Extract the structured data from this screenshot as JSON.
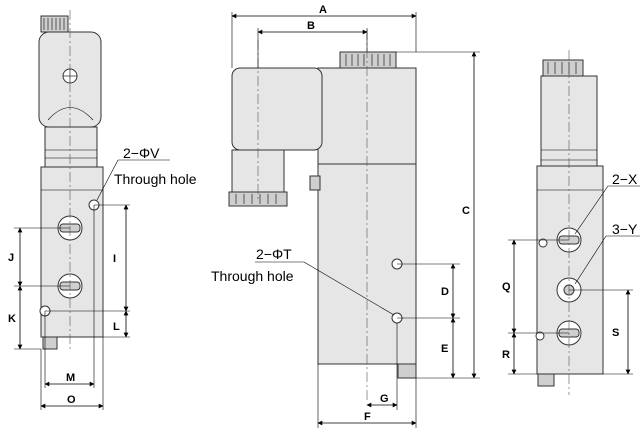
{
  "dimensions": {
    "A": "A",
    "B": "B",
    "C": "C",
    "D": "D",
    "E": "E",
    "F": "F",
    "G": "G",
    "I": "I",
    "J": "J",
    "K": "K",
    "L": "L",
    "M": "M",
    "O": "O",
    "Q": "Q",
    "R": "R",
    "S": "S"
  },
  "callouts": {
    "left_hole": "2−ΦV",
    "left_hole_note": "Through hole",
    "front_hole": "2−ΦT",
    "front_hole_note": "Through hole",
    "right_port_x": "2−X",
    "right_port_y": "3−Y"
  }
}
